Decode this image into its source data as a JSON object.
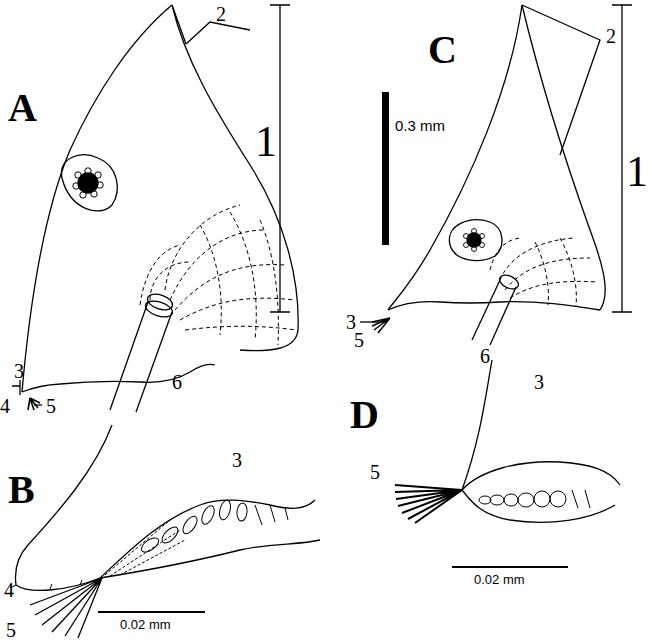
{
  "diagram": {
    "labels": [
      "A",
      "2",
      "1",
      "3",
      "4",
      "5",
      "6",
      "C",
      "0.3 mm",
      "2",
      "1",
      "3",
      "5",
      "6",
      "B",
      "3",
      "4",
      "5",
      "0.02 mm",
      "D",
      "3",
      "5",
      "0.02 mm"
    ]
  }
}
